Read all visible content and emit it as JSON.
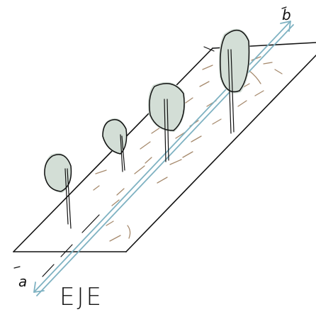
{
  "diagram": {
    "axis_label": "EJE",
    "end_label_top": "b",
    "end_label_bottom": "a",
    "colors": {
      "axis": "#7fb2c2",
      "crown": "#d3ded6",
      "ground_dashes": "#a68a6d",
      "ink": "#111111"
    },
    "trees": [
      {
        "name": "tree-1"
      },
      {
        "name": "tree-2"
      },
      {
        "name": "tree-3"
      },
      {
        "name": "tree-4"
      }
    ]
  }
}
